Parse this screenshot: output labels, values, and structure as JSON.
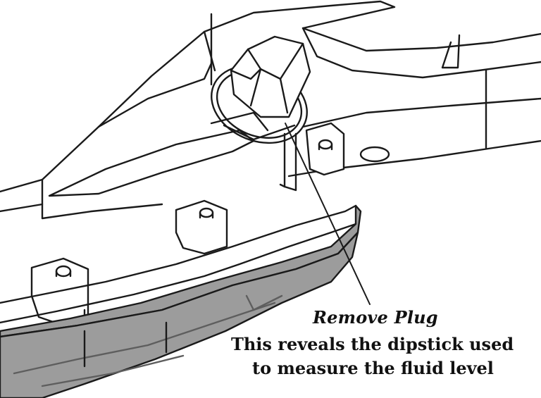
{
  "callout": {
    "title": "Remove Plug",
    "line1": "This reveals the dipstick used",
    "line2": "to measure the fluid level"
  },
  "illustration": {
    "subject": "transmission-fill-plug",
    "style": "black line-art on white",
    "colors": {
      "line": "#1a1a1a",
      "pan_shade": "#9c9c9c",
      "pan_shade_dark": "#7a7a7a",
      "background": "#ffffff"
    }
  }
}
